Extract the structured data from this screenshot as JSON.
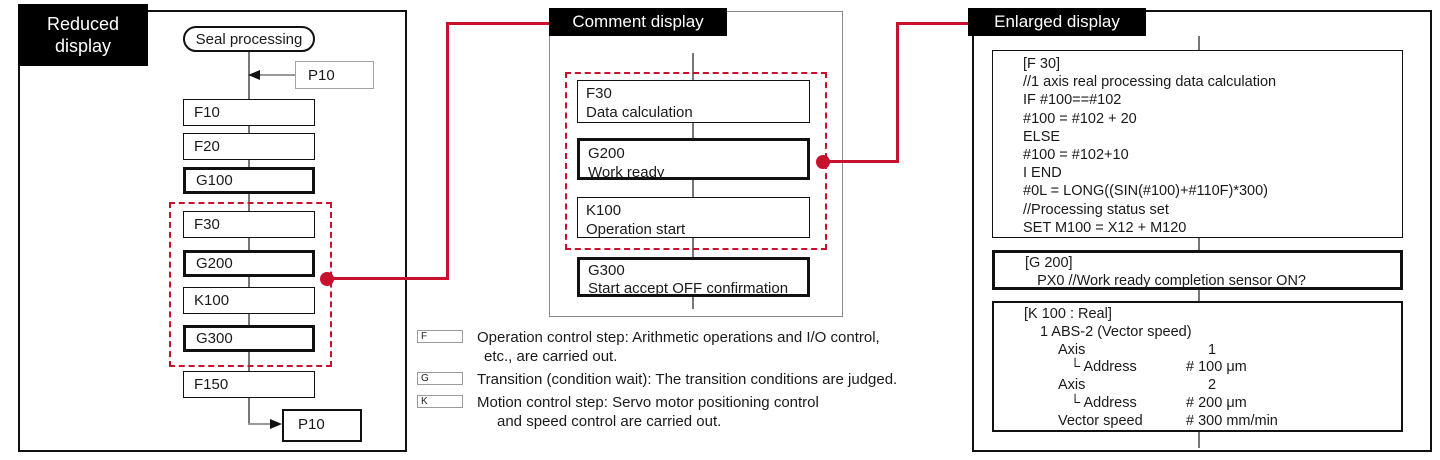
{
  "colors": {
    "accent_red": "#c8122d",
    "line_gray": "#8a8a8a",
    "border_black": "#111111"
  },
  "panels": {
    "reduced": {
      "title_lines": [
        "Reduced",
        "display"
      ],
      "start_label": "Seal processing",
      "entry_jump_label": "P10",
      "exit_jump_label": "P10",
      "steps": [
        {
          "label": "F10"
        },
        {
          "label": "F20"
        },
        {
          "label": "G100"
        },
        {
          "label": "F30"
        },
        {
          "label": "G200"
        },
        {
          "label": "K100"
        },
        {
          "label": "G300"
        },
        {
          "label": "F150"
        }
      ]
    },
    "comment": {
      "title": "Comment display",
      "steps": [
        {
          "code": "F30",
          "comment": "Data calculation"
        },
        {
          "code": "G200",
          "comment": "Work ready"
        },
        {
          "code": "K100",
          "comment": "Operation start"
        },
        {
          "code": "G300",
          "comment": "Start accept OFF confirmation"
        }
      ]
    },
    "enlarged": {
      "title": "Enlarged display",
      "f_block": {
        "lines": [
          "[F 30]",
          "//1 axis real processing data calculation",
          "IF #100==#102",
          "#100 = #102 + 20",
          "ELSE",
          "#100 = #102+10",
          "I END",
          "#0L = LONG((SIN(#100)+#110F)*300)",
          "//Processing status set",
          "SET M100 = X12 + M120"
        ]
      },
      "g_block": {
        "lines": [
          "[G 200]",
          "   PX0 //Work ready completion sensor ON?"
        ]
      },
      "k_block": {
        "header": "[K 100 : Real]",
        "sub": "1 ABS-2 (Vector speed)",
        "rows": [
          {
            "label": "Axis",
            "value": "1"
          },
          {
            "label": "└ Address",
            "value": "# 100 μm"
          },
          {
            "label": "Axis",
            "value": "2"
          },
          {
            "label": "└ Address",
            "value": "# 200 μm"
          },
          {
            "label": "Vector speed",
            "value": "# 300 mm/min"
          }
        ]
      }
    }
  },
  "legend": [
    {
      "symbol": "F",
      "line1": "Operation control step: Arithmetic operations and I/O control,",
      "line2": "etc., are carried out."
    },
    {
      "symbol": "G",
      "line1": "Transition (condition wait): The transition conditions are judged.",
      "line2": ""
    },
    {
      "symbol": "K",
      "line1": "Motion control step: Servo motor positioning control",
      "line2": "and speed control are carried out."
    }
  ]
}
